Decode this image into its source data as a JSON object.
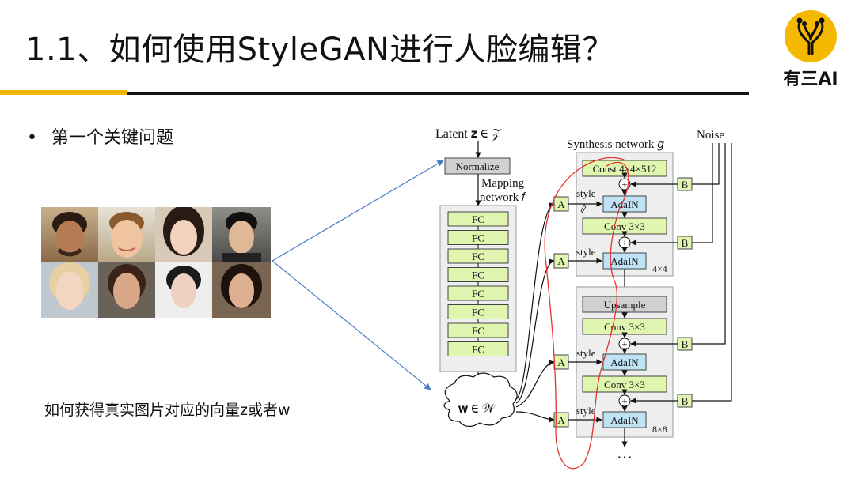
{
  "slide": {
    "title": "1.1、如何使用StyleGAN进行人脸编辑？",
    "bullet": "第一个关键问题",
    "question": "如何获得真实图片对应的向量z或者w",
    "logo_text": "有三AI",
    "colors": {
      "accent_yellow": "#f5b800",
      "rule_black": "#111111",
      "fc_green": "#dff5b0",
      "adain_blue": "#bfe3f5",
      "annotation_red": "#e8322f",
      "arrow_blue": "#4a7ec4"
    }
  },
  "faces": {
    "count": 8,
    "grid": "2x4"
  },
  "diagram": {
    "latent_label": "Latent  𝐳 ∈ 𝒵",
    "normalize": "Normalize",
    "mapping_label_1": "Mapping",
    "mapping_label_2": "network 𝑓",
    "fc_layers": [
      "FC",
      "FC",
      "FC",
      "FC",
      "FC",
      "FC",
      "FC",
      "FC"
    ],
    "w_label": "𝐰 ∈ 𝒲",
    "synthesis_label": "Synthesis network 𝑔",
    "noise_label": "Noise",
    "const_label": "Const 4×4×512",
    "adain": "AdaIN",
    "conv": "Conv 3×3",
    "upsample": "Upsample",
    "style": "style",
    "a_label": "A",
    "b_label": "B",
    "plus": "+",
    "res_4": "4×4",
    "res_8": "8×8",
    "ellipsis": "⋯"
  }
}
